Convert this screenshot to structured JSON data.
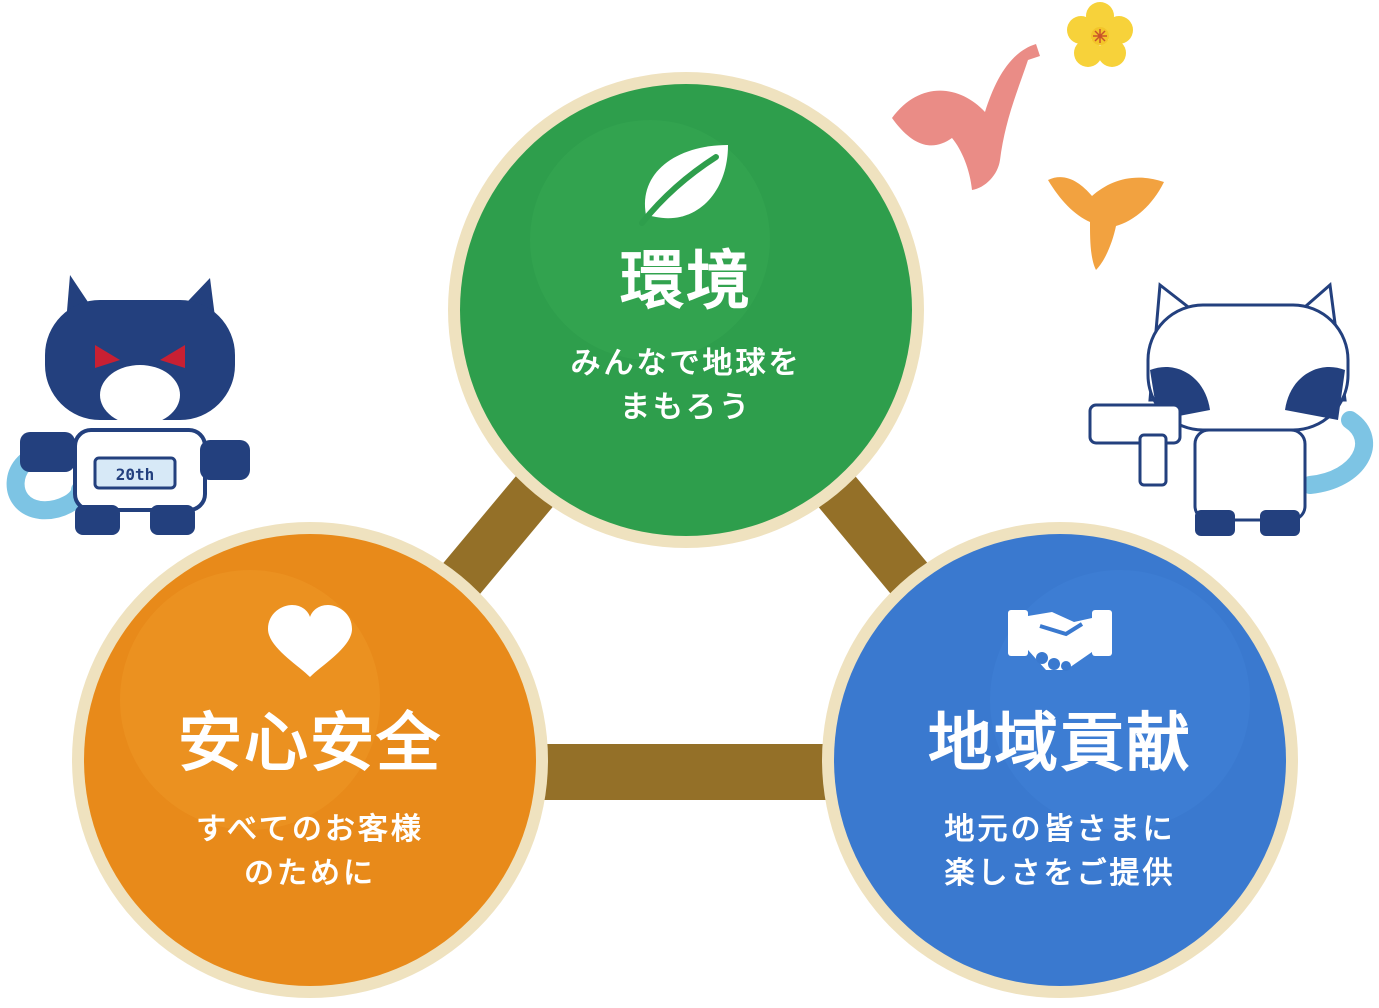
{
  "nodes": [
    {
      "id": "environment",
      "title": "環境",
      "subtitle": "みんなで地球を\nまもろう",
      "color": "#2e9e4c",
      "icon": "leaf-icon"
    },
    {
      "id": "safety",
      "title": "安心安全",
      "subtitle": "すべてのお客様\nのために",
      "color": "#e88a1a",
      "icon": "heart-icon"
    },
    {
      "id": "community",
      "title": "地域貢献",
      "subtitle": "地元の皆さまに\n楽しさをご提供",
      "color": "#3a79cf",
      "icon": "handshake-icon"
    }
  ],
  "connector_color": "#947028",
  "ring_color": "#efe2bf",
  "decorations": {
    "left_mascot": {
      "icon": "cat-mascot-left",
      "badge_text": "20th"
    },
    "right_mascot": {
      "icon": "cat-mascot-right"
    },
    "birds": [
      "pink-bird",
      "orange-bird"
    ],
    "flower": "yellow-flower"
  }
}
